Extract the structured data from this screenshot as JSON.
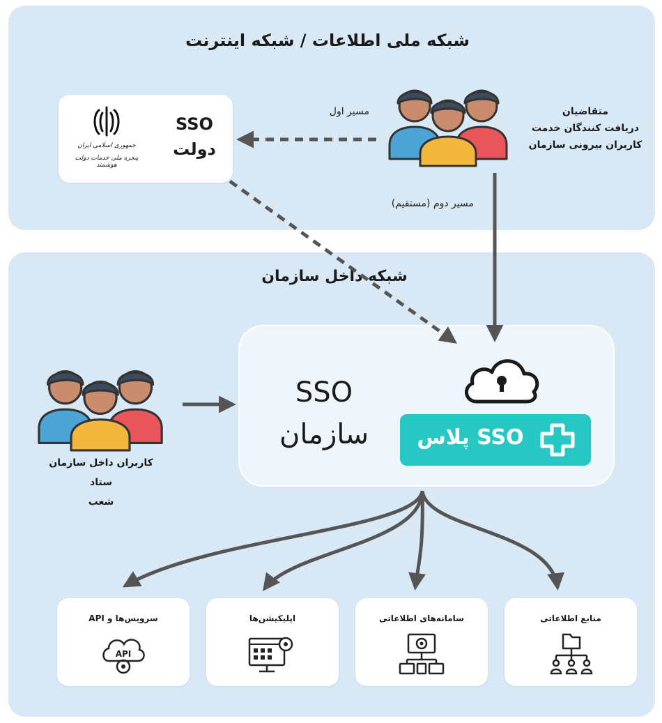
{
  "top_section": {
    "title": "شبکه ملی اطلاعات / شبکه اینترنت",
    "gov_sso": {
      "label_latin": "SSO",
      "label_fa": "دولت",
      "logo_text_1": "جمهوری اسلامی ایران",
      "logo_text_2": "پنجره ملی خدمات دولت هوشمند"
    },
    "external_users": {
      "line1": "متقاضیان",
      "line2": "دریافت کنندگان خدمت",
      "line3": "کاربران بیرونی سازمان"
    },
    "path_first": "مسیر اول",
    "path_second": "مسیر دوم (مستقیم)"
  },
  "inner_section": {
    "title": "شبکه داخل سازمان",
    "org_sso": {
      "label_latin": "SSO",
      "label_fa": "سازمان"
    },
    "sso_plus_badge": {
      "text": "SSO پلاس"
    },
    "internal_users": {
      "line1": "کاربران داخل سازمان",
      "line2": "ستاد",
      "line3": "شعب"
    }
  },
  "resources": [
    {
      "label": "سرویس‌ها و API",
      "icon": "api-gear-icon",
      "icon_text": "API"
    },
    {
      "label": "اپلیکیشن‌ها",
      "icon": "application-settings-icon"
    },
    {
      "label": "سامانه‌های اطلاعاتی",
      "icon": "information-systems-icon"
    },
    {
      "label": "منابع اطلاعاتی",
      "icon": "folder-hierarchy-icon"
    }
  ],
  "colors": {
    "panel_bg": "#d8e9f5",
    "arrow": "#555555",
    "badge": "#27c7c4",
    "person_blue": "#4ba3d6",
    "person_yellow": "#f4b73e",
    "person_red": "#e8555b",
    "hair": "#3b4a5c",
    "skin": "#c98c6e"
  }
}
